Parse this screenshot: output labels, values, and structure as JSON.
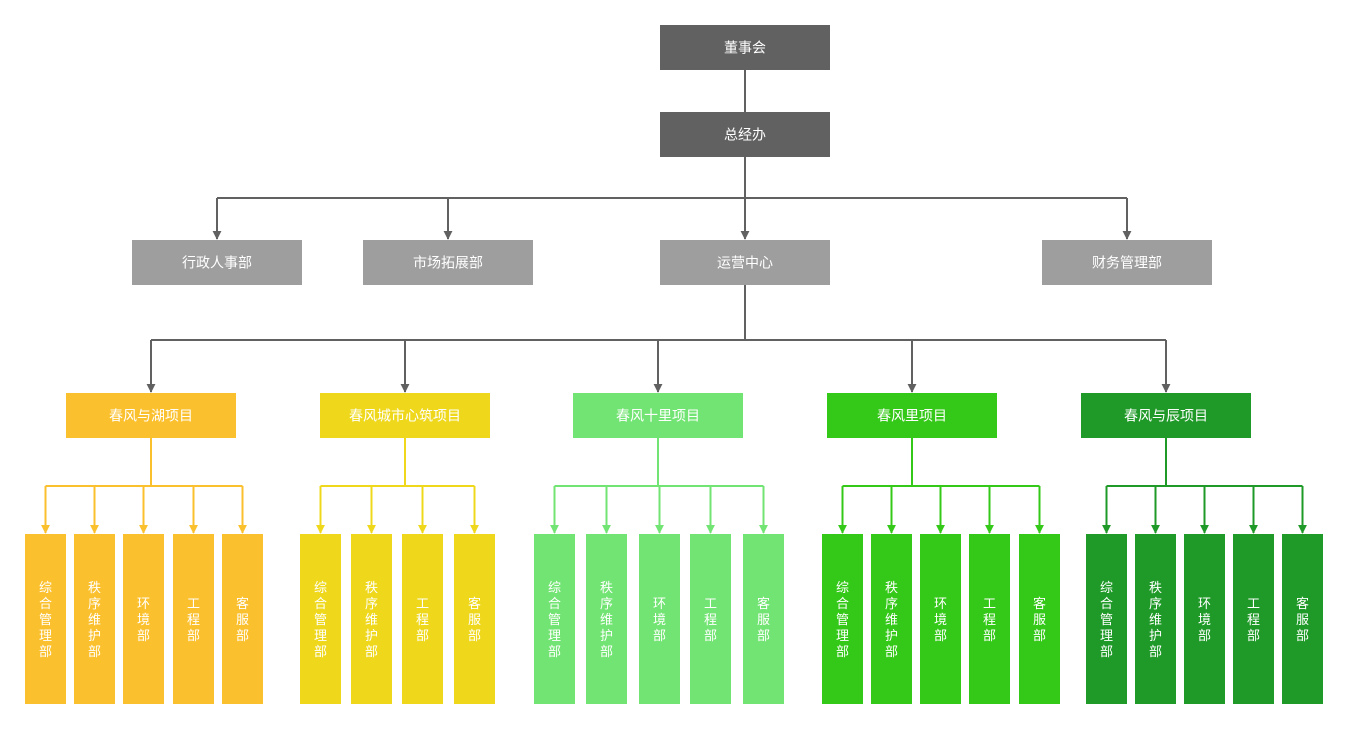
{
  "board": {
    "label": "董事会",
    "color": "#616161"
  },
  "gm_office": {
    "label": "总经办",
    "color": "#616161"
  },
  "departments": [
    {
      "label": "行政人事部",
      "color": "#9e9e9e"
    },
    {
      "label": "市场拓展部",
      "color": "#9e9e9e"
    },
    {
      "label": "运营中心",
      "color": "#9e9e9e"
    },
    {
      "label": "财务管理部",
      "color": "#9e9e9e"
    }
  ],
  "connector_color": "#616161",
  "projects": [
    {
      "label": "春风与湖项目",
      "color": "#fbc02d",
      "units": [
        "综合管理部",
        "秩序维护部",
        "环境部",
        "工程部",
        "客服部"
      ]
    },
    {
      "label": "春风城市心筑项目",
      "color": "#efd81c",
      "units": [
        "综合管理部",
        "秩序维护部",
        "工程部",
        "客服部"
      ]
    },
    {
      "label": "春风十里项目",
      "color": "#72e473",
      "units": [
        "综合管理部",
        "秩序维护部",
        "环境部",
        "工程部",
        "客服部"
      ]
    },
    {
      "label": "春风里项目",
      "color": "#34c818",
      "units": [
        "综合管理部",
        "秩序维护部",
        "环境部",
        "工程部",
        "客服部"
      ]
    },
    {
      "label": "春风与辰项目",
      "color": "#1f9a28",
      "units": [
        "综合管理部",
        "秩序维护部",
        "环境部",
        "工程部",
        "客服部"
      ]
    }
  ]
}
